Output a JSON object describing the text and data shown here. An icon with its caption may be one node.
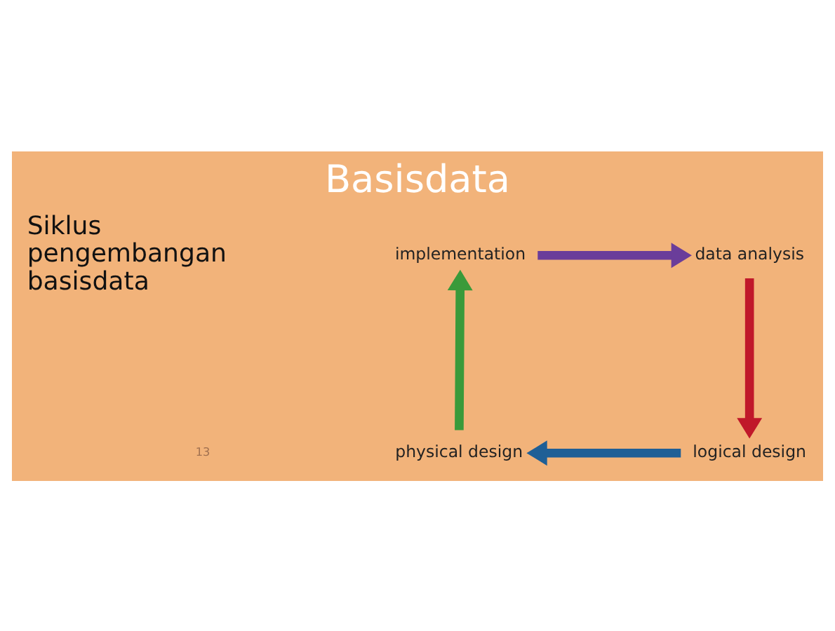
{
  "diagram": {
    "title": "Basisdata",
    "nodes": [
      {
        "text": [
          "implementation"
        ]
      },
      {
        "text": [
          "data analysis"
        ]
      },
      {
        "text": [
          "logical design"
        ]
      },
      {
        "text": [
          "physical design"
        ]
      }
    ],
    "edges": [
      {
        "from": 0,
        "to": 1,
        "arrow": "to",
        "color": "#6a3d9a"
      },
      {
        "from": 1,
        "to": 2,
        "arrow": "to",
        "color": "#c0182a"
      },
      {
        "from": 2,
        "to": 3,
        "arrow": "to",
        "color": "#1f5f96"
      },
      {
        "from": 3,
        "to": 0,
        "arrow": "to",
        "color": "#3a9a3a"
      }
    ],
    "labels": [
      "Siklus pengembangan basisdata",
      "13"
    ]
  }
}
